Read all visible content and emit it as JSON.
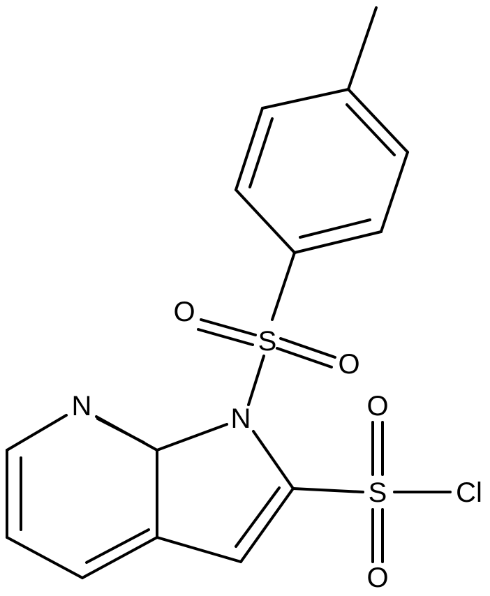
{
  "molecule": {
    "atoms": {
      "n_pyridine": "N",
      "n_pyrrole": "N",
      "s_tosyl": "S",
      "o_tosyl_left": "O",
      "o_tosyl_right": "O",
      "s_sulfonyl": "S",
      "o_sulfonyl_top": "O",
      "o_sulfonyl_bottom": "O",
      "cl": "Cl"
    }
  }
}
